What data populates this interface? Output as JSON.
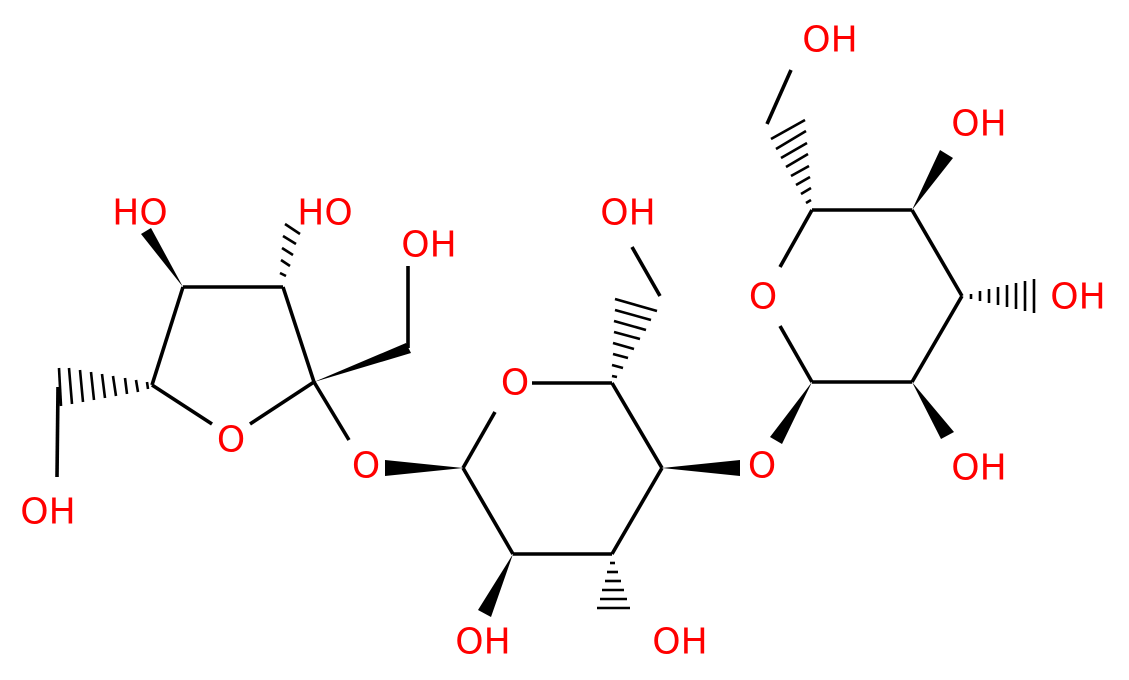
{
  "structure": {
    "colors": {
      "bond": "#000000",
      "heteroatom": "#ff0000"
    },
    "atoms": {
      "furanose_c3_oh": "HO",
      "furanose_c2_oh": "HO",
      "furanose_c1_ch2oh": "OH",
      "furanose_c6_ch2oh": "OH",
      "furanose_ring_o": "O",
      "glycosidic_o_1": "O",
      "glucose_a_ring_o": "O",
      "glucose_a_ch2oh": "OH",
      "glucose_a_c2_oh": "OH",
      "glucose_a_c3_oh": "OH",
      "glycosidic_o_2": "O",
      "glucose_b_ring_o": "O",
      "glucose_b_ch2oh": "OH",
      "glucose_b_c4_oh": "OH",
      "glucose_b_c3_oh": "OH",
      "glucose_b_c2_oh": "OH"
    }
  }
}
